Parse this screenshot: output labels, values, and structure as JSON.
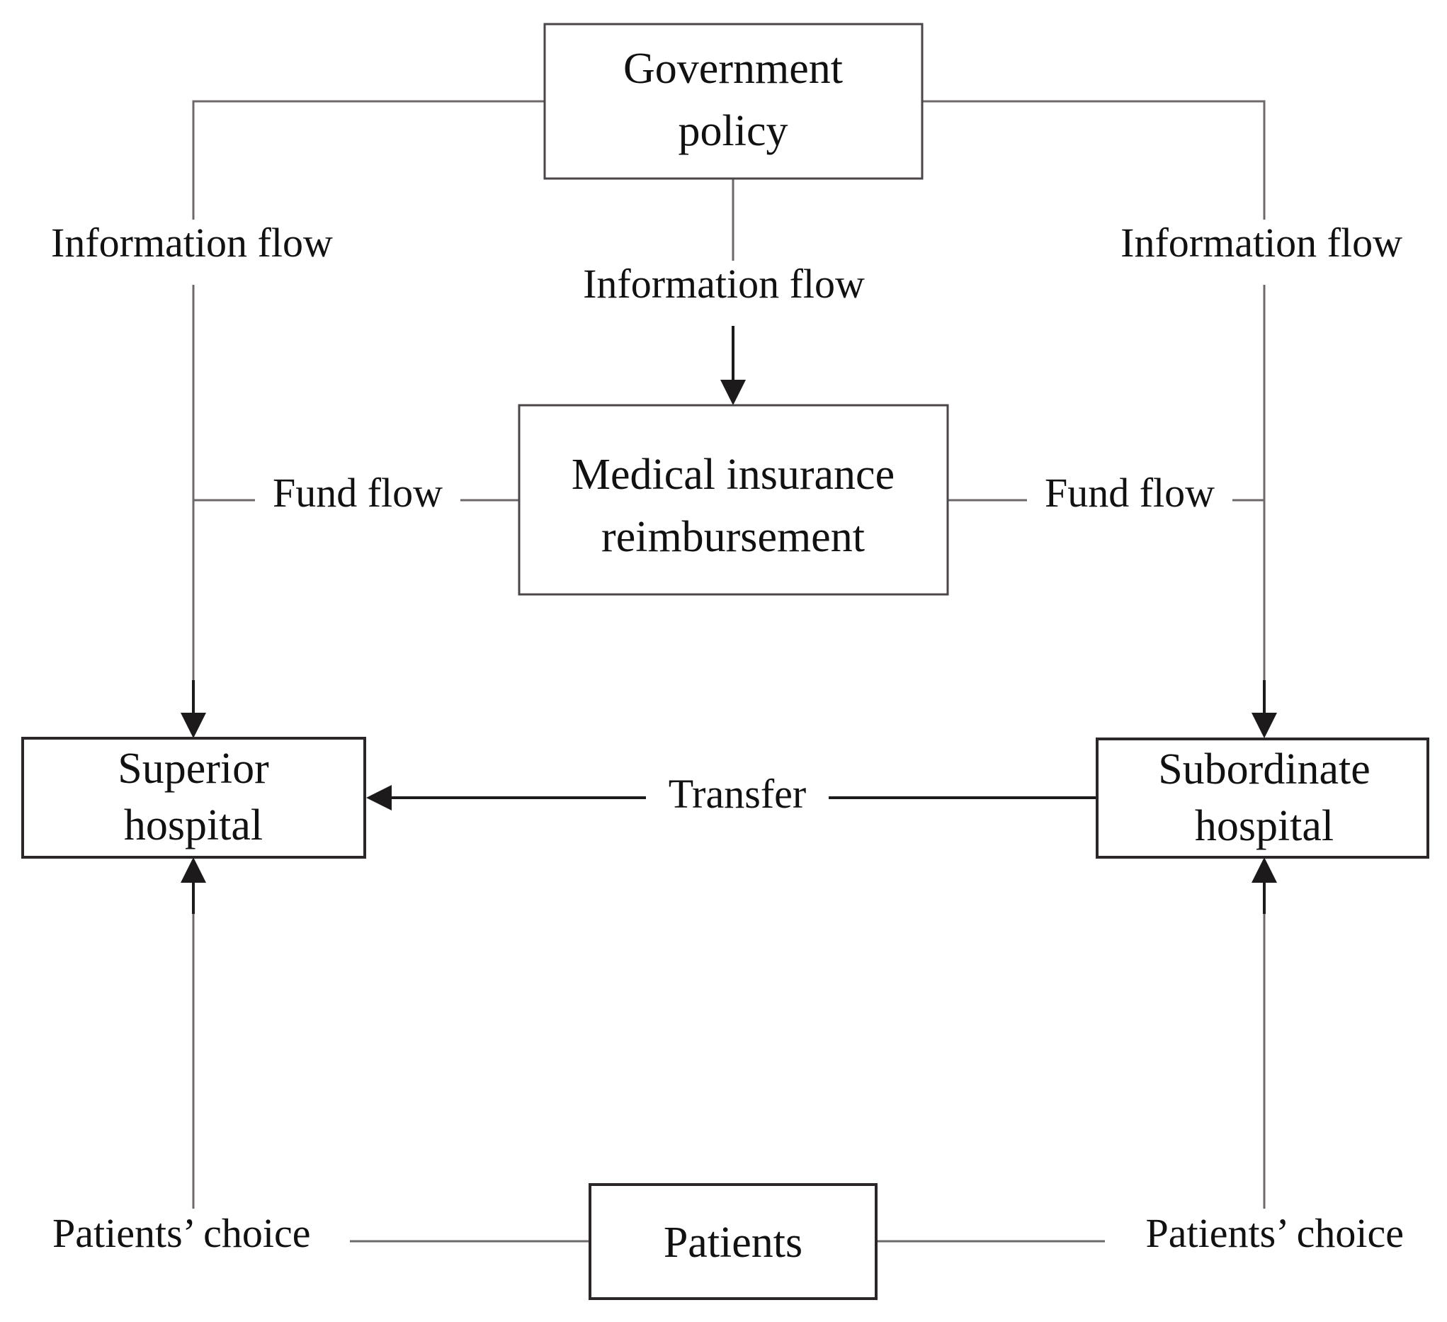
{
  "diagram": {
    "type": "flow-diagram",
    "background_color": "#ffffff",
    "line_color": "#6d686b",
    "line_color_dark": "#1d1a1c",
    "text_color": "#111111",
    "nodes": [
      {
        "id": "government-policy",
        "label_line1": "Government",
        "label_line2": "policy"
      },
      {
        "id": "medical-insurance",
        "label_line1": "Medical insurance",
        "label_line2": "reimbursement"
      },
      {
        "id": "superior-hospital",
        "label_line1": "Superior",
        "label_line2": "hospital"
      },
      {
        "id": "subordinate-hospital",
        "label_line1": "Subordinate",
        "label_line2": "hospital"
      },
      {
        "id": "patients",
        "label_line1": "Patients",
        "label_line2": ""
      }
    ],
    "edge_labels": {
      "info_flow_left": "Information flow",
      "info_flow_center": "Information flow",
      "info_flow_right": "Information flow",
      "fund_flow_left": "Fund flow",
      "fund_flow_right": "Fund flow",
      "transfer": "Transfer",
      "patients_choice_left": "Patients’ choice",
      "patients_choice_right": "Patients’ choice"
    }
  }
}
